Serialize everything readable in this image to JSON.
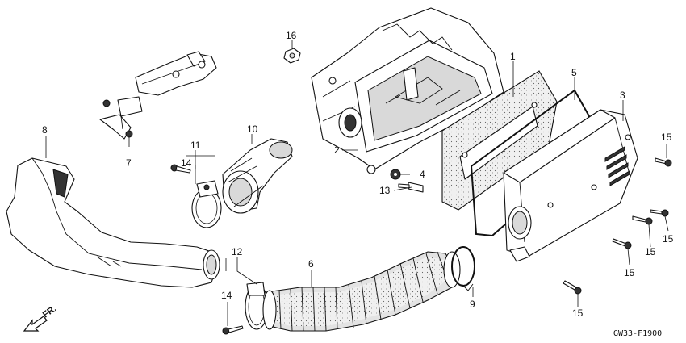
{
  "drawing_code": "GW33-F1900",
  "direction_label": "FR.",
  "callouts": {
    "c1": "1",
    "c2": "2",
    "c3": "3",
    "c4": "4",
    "c5": "5",
    "c6": "6",
    "c7": "7",
    "c8": "8",
    "c9": "9",
    "c10": "10",
    "c11": "11",
    "c12": "12",
    "c13": "13",
    "c14a": "14",
    "c14b": "14",
    "c15a": "15",
    "c15b": "15",
    "c15c": "15",
    "c15d": "15",
    "c15e": "15",
    "c16": "16"
  },
  "icons": [
    "front-arrow-icon"
  ]
}
